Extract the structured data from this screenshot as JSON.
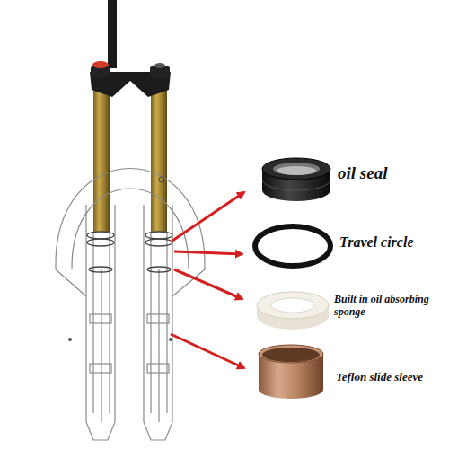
{
  "diagram": {
    "labels": [
      "oil seal",
      "Travel circle",
      "Built in oil absorbing sponge",
      "Teflon slide sleeve"
    ]
  }
}
